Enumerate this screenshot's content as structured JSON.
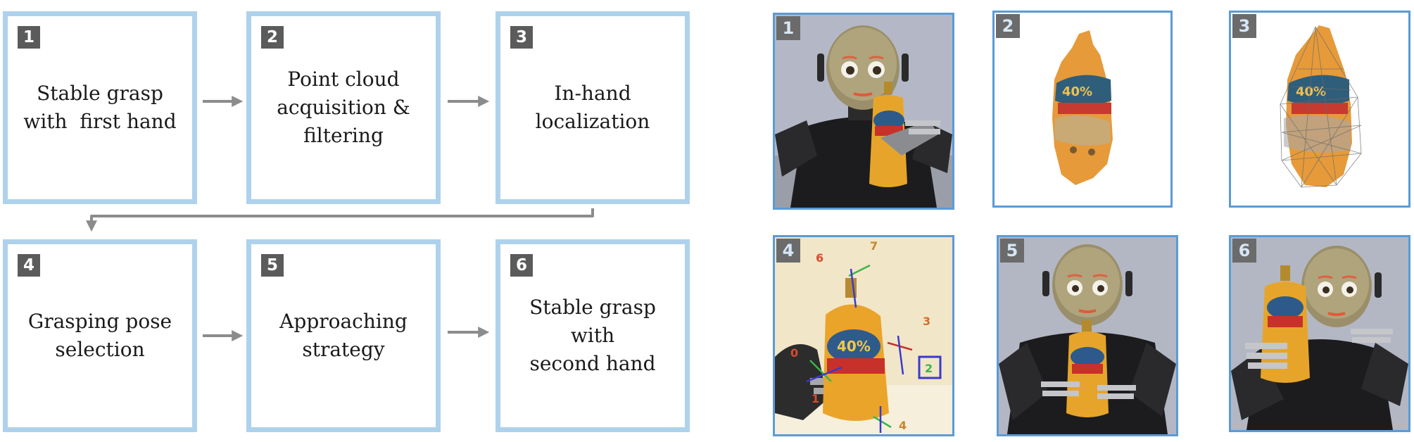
{
  "steps": [
    {
      "num": "1",
      "lines": [
        "Stable grasp",
        "with  first hand"
      ]
    },
    {
      "num": "2",
      "lines": [
        "Point cloud",
        "acquisition &",
        "filtering"
      ]
    },
    {
      "num": "3",
      "lines": [
        "In-hand",
        "localization"
      ]
    },
    {
      "num": "4",
      "lines": [
        "Grasping pose",
        "selection"
      ]
    },
    {
      "num": "5",
      "lines": [
        "Approaching",
        "strategy"
      ]
    },
    {
      "num": "6",
      "lines": [
        "Stable grasp",
        "with",
        "second hand"
      ]
    }
  ],
  "photos": [
    {
      "num": "1",
      "scene": "robot-holding-bottle-right"
    },
    {
      "num": "2",
      "scene": "point-cloud"
    },
    {
      "num": "3",
      "scene": "point-cloud-with-mesh"
    },
    {
      "num": "4",
      "scene": "grasping-poses",
      "pose_labels": [
        "7",
        "6",
        "3",
        "0",
        "2",
        "1",
        "4"
      ]
    },
    {
      "num": "5",
      "scene": "robot-approaching-bottle"
    },
    {
      "num": "6",
      "scene": "robot-holding-bottle-left"
    }
  ],
  "colors": {
    "box_border": "#aed2ec",
    "photo_border": "#5b9bd5",
    "arrow": "#8c8c8c",
    "badge": "#5b5b5b"
  }
}
